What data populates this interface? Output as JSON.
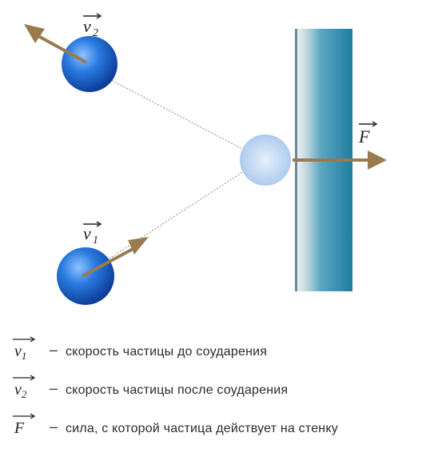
{
  "diagram": {
    "v1_symbol": "v",
    "v1_sub": "1",
    "v2_symbol": "v",
    "v2_sub": "2",
    "force_symbol": "F"
  },
  "legend": [
    {
      "symbol": "v",
      "sub": "1",
      "dash": "–",
      "text": "скорость  частицы до соударения"
    },
    {
      "symbol": "v",
      "sub": "2",
      "dash": "–",
      "text": "скорость частицы после соударения"
    },
    {
      "symbol": "F",
      "sub": "",
      "dash": "–",
      "text": "сила, с которой частица действует на стенку"
    }
  ],
  "colors": {
    "ball": "#1e6fd6",
    "ball_ghost": "#b7d3f2",
    "arrow": "#9a7b4f",
    "wall": "#2f8fae"
  }
}
